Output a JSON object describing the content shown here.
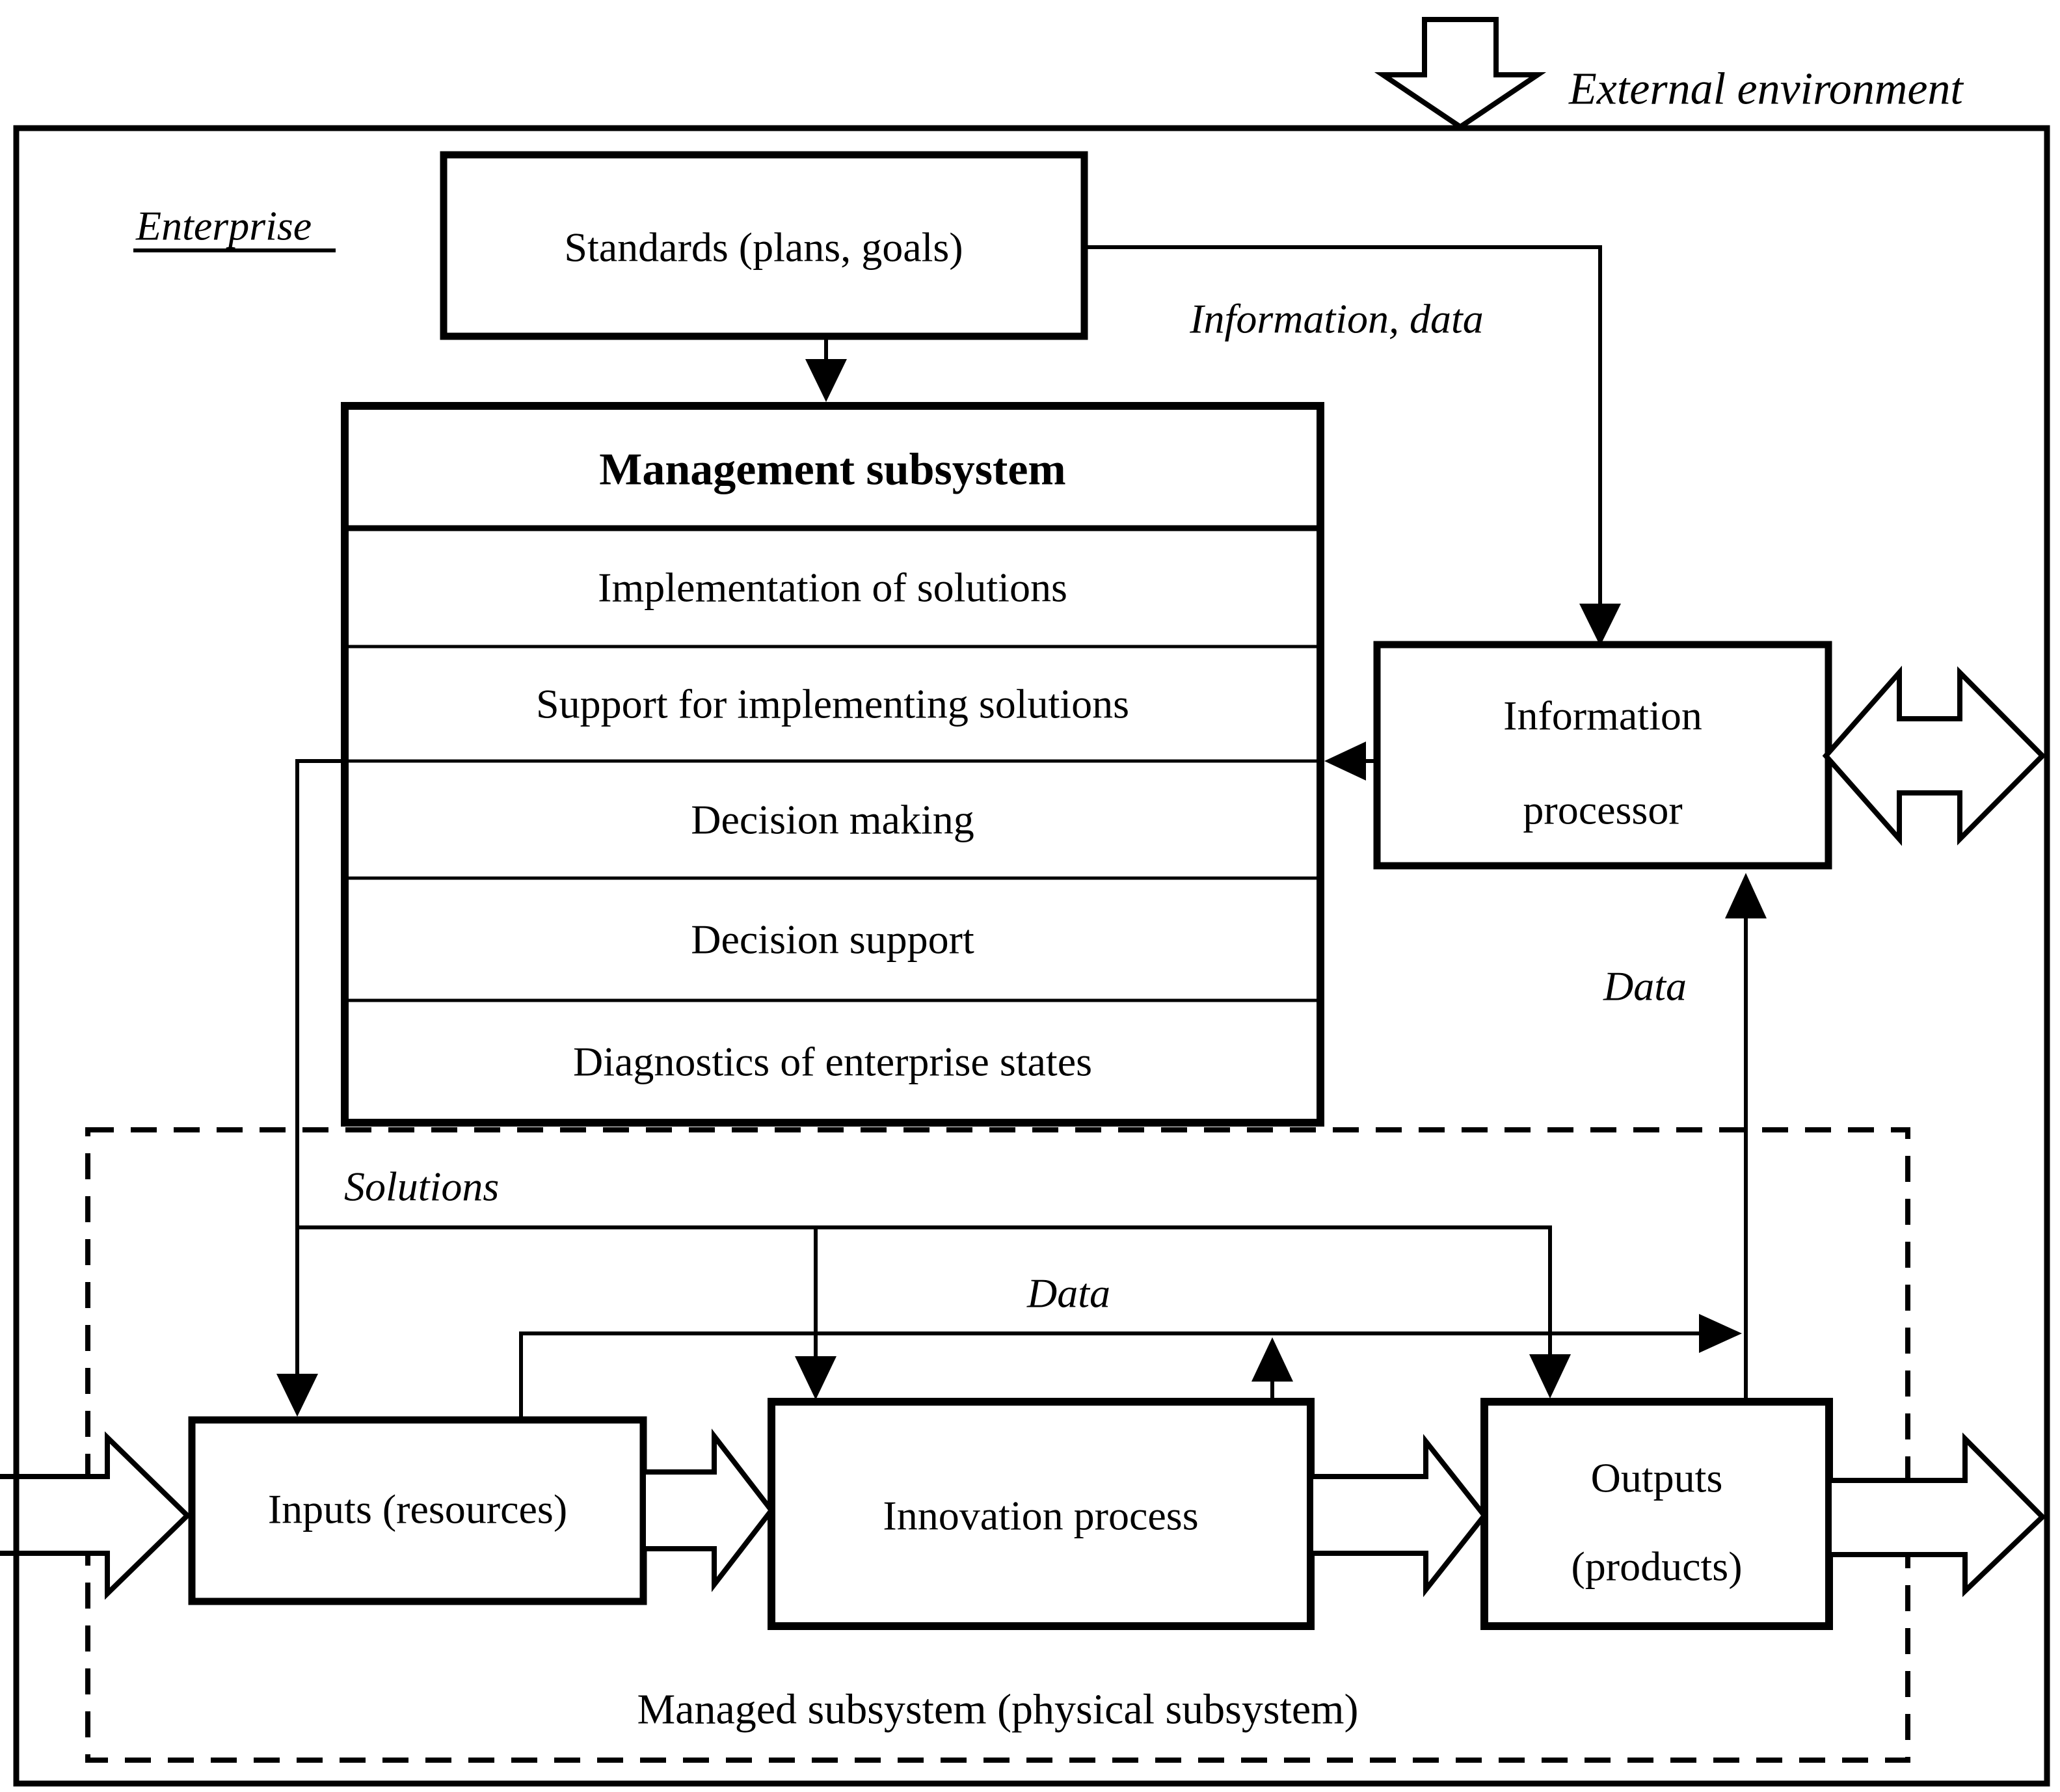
{
  "figure": {
    "background_color": "#ffffff",
    "ink_color": "#000000",
    "labels": {
      "external_environment": "External environment",
      "enterprise": "Enterprise",
      "standards": "Standards (plans, goals)",
      "information_data": "Information, data",
      "management_title": "Management subsystem",
      "management_rows": [
        "Implementation of solutions",
        "Support for implementing solutions",
        "Decision making",
        "Decision support",
        "Diagnostics of enterprise states"
      ],
      "information_processor_line1": "Information",
      "information_processor_line2": "processor",
      "data_right": "Data",
      "solutions": "Solutions",
      "data_left": "Data",
      "inputs": "Inputs (resources)",
      "innovation": "Innovation process",
      "outputs_line1": "Outputs",
      "outputs_line2": "(products)",
      "managed_subsystem": "Managed subsystem (physical subsystem)"
    }
  }
}
